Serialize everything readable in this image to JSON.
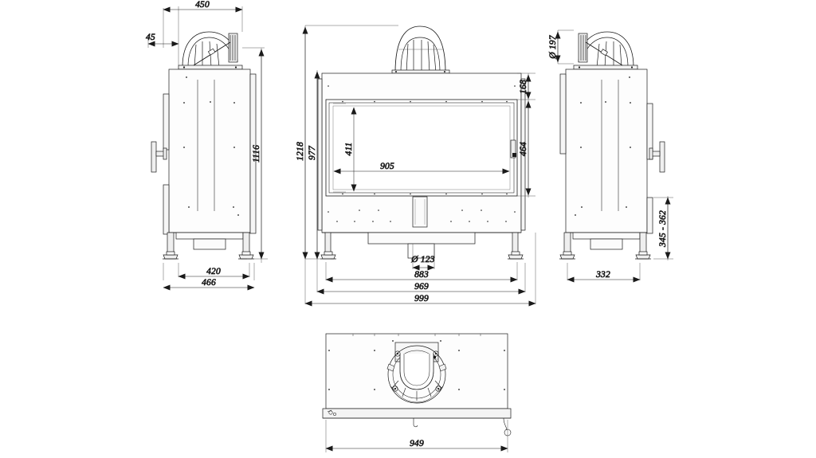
{
  "drawing": {
    "title": "Fireplace insert technical drawing",
    "type": "orthographic-projection",
    "views": [
      {
        "name": "left-side-elevation"
      },
      {
        "name": "front-elevation"
      },
      {
        "name": "right-side-elevation"
      },
      {
        "name": "top-plan-view"
      }
    ],
    "line_color": "#1a1a1a",
    "fill_color": "#ffffff",
    "shade_color": "#f2f2f2",
    "background": "#ffffff"
  },
  "dimensions": {
    "left_view": {
      "top_width": "450",
      "top_offset": "45",
      "height": "1116",
      "base_width": "420",
      "body_width": "466"
    },
    "front_view": {
      "total_height": "1218",
      "body_height": "977",
      "top_section": "168",
      "glass_height": "464",
      "opening_height": "411",
      "opening_width": "905",
      "flue_diameter": "Ø 123",
      "leg_span": "883",
      "body_width": "969",
      "total_width": "999"
    },
    "right_view": {
      "flue_diameter": "Ø 197",
      "base_width": "332",
      "leg_height_range": "345 - 362"
    },
    "plan_view": {
      "width": "949"
    }
  }
}
